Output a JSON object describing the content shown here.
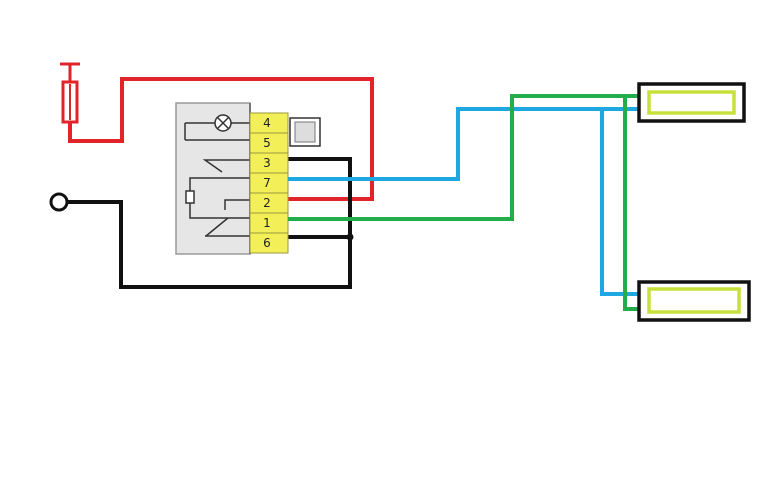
{
  "colors": {
    "background": "#ffffff",
    "power_wire": "#e0242a",
    "ground_wire": "#111111",
    "blue_wire": "#1ea7e1",
    "green_wire": "#22ad4b",
    "terminal_fill": "#f3ef59",
    "terminal_border": "#9a9a3a",
    "relay_body": "#e6e6e6",
    "relay_border": "#9a9a9a",
    "lamp_fill": "#ffffff",
    "lamp_inner_border": "#c8e03c",
    "lamp_outer_border": "#111111"
  },
  "relay": {
    "pins": [
      {
        "label": "4"
      },
      {
        "label": "5"
      },
      {
        "label": "3"
      },
      {
        "label": "7"
      },
      {
        "label": "2"
      },
      {
        "label": "1"
      },
      {
        "label": "6"
      }
    ],
    "symbols": [
      "lamp-symbol",
      "coil-symbol",
      "contact-symbol"
    ]
  },
  "components": {
    "fuse": "fuse-icon",
    "ground_terminal": "ground-terminal-icon",
    "lamps": [
      "lamp-top",
      "lamp-bottom"
    ]
  }
}
